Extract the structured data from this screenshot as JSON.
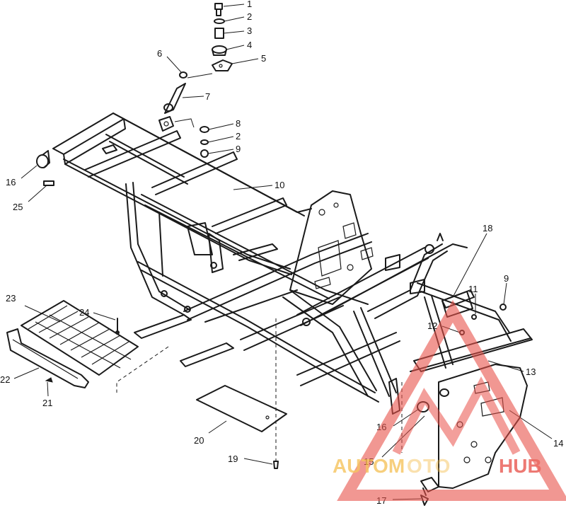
{
  "diagram": {
    "callouts": [
      {
        "id": "c1",
        "text": "1"
      },
      {
        "id": "c2a",
        "text": "2"
      },
      {
        "id": "c3",
        "text": "3"
      },
      {
        "id": "c4",
        "text": "4"
      },
      {
        "id": "c5",
        "text": "5"
      },
      {
        "id": "c6",
        "text": "6"
      },
      {
        "id": "c7",
        "text": "7"
      },
      {
        "id": "c8",
        "text": "8"
      },
      {
        "id": "c2b",
        "text": "2"
      },
      {
        "id": "c9a",
        "text": "9"
      },
      {
        "id": "c10",
        "text": "10"
      },
      {
        "id": "c16a",
        "text": "16"
      },
      {
        "id": "c25",
        "text": "25"
      },
      {
        "id": "c18",
        "text": "18"
      },
      {
        "id": "c9b",
        "text": "9"
      },
      {
        "id": "c11",
        "text": "11"
      },
      {
        "id": "c12",
        "text": "12"
      },
      {
        "id": "c13",
        "text": "13"
      },
      {
        "id": "c14",
        "text": "14"
      },
      {
        "id": "c23",
        "text": "23"
      },
      {
        "id": "c24",
        "text": "24"
      },
      {
        "id": "c22",
        "text": "22"
      },
      {
        "id": "c21",
        "text": "21"
      },
      {
        "id": "c20",
        "text": "20"
      },
      {
        "id": "c19",
        "text": "19"
      },
      {
        "id": "c16b",
        "text": "16"
      },
      {
        "id": "c15",
        "text": "15"
      },
      {
        "id": "c17",
        "text": "17"
      }
    ]
  },
  "watermark": {
    "part1": "AUTOM",
    "part2": "O",
    "part3": "TO",
    "part4": "HUB",
    "color_main": "#e8524a",
    "color_light": "#f2a49f",
    "color_text_alt": "#f4b942"
  }
}
